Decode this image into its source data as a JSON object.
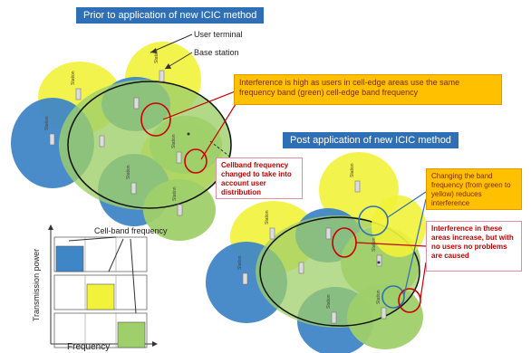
{
  "titles": {
    "before": "Prior to application of new ICIC method",
    "after": "Post application of new ICIC method"
  },
  "labels": {
    "user_terminal": "User terminal",
    "base_station": "Base station",
    "cell_band_frequency": "Cell-band frequency",
    "transmission_power": "Transmission power",
    "frequency": "Frequency"
  },
  "callouts": {
    "interference_high": "Interference is high as users in cell-edge areas use the same frequency band (green) cell-edge band frequency",
    "cellband_changed": "Cellband frequency changed to take into account user distribution",
    "changing_band": "Changing the band frequency (from green to yellow) reduces interference",
    "interference_increase": "Interference in these areas increase, but with no users no problems are caused"
  },
  "cell_tag": "Station",
  "colors": {
    "blue_cell": "#3f86c6",
    "yellow_cell": "#f2f23a",
    "green_cell": "#9fcf6a",
    "banner": "#2f6fb5",
    "callout_orange": "#ffc000",
    "red_marker": "#cc0000"
  },
  "spectrum_bars": [
    {
      "color": "#3f86c6",
      "band": 0
    },
    {
      "color": "#f2f23a",
      "band": 1
    },
    {
      "color": "#9fcf6a",
      "band": 2
    }
  ]
}
